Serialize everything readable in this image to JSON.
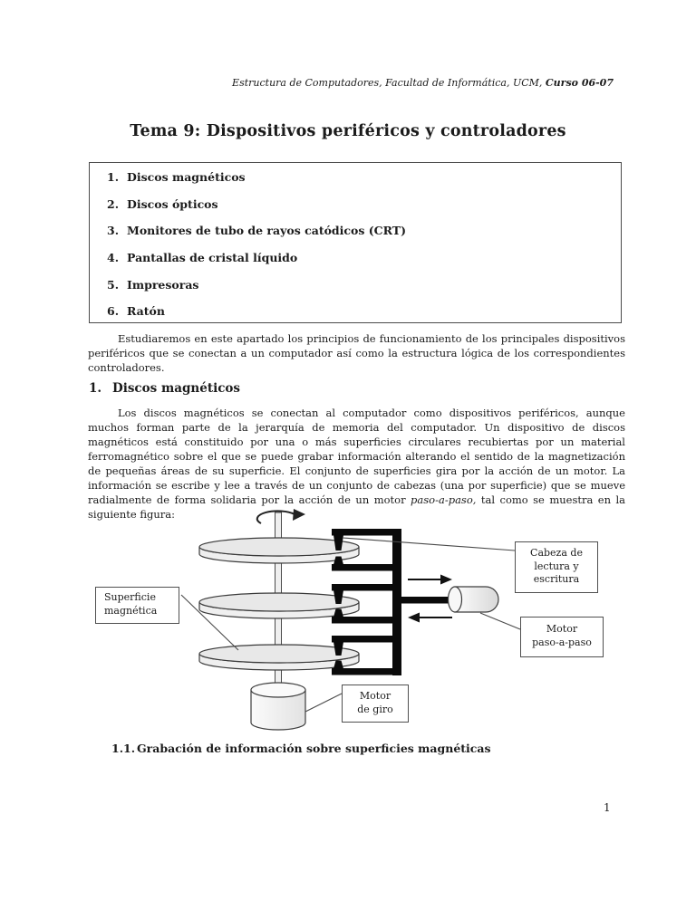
{
  "page": {
    "header_italic": "Estructura de Computadores, Facultad de Informática, UCM, ",
    "header_bold": "Curso 06-07",
    "title": "Tema 9: Dispositivos periféricos y controladores",
    "page_number": "1"
  },
  "toc": {
    "items": [
      {
        "number": "1.",
        "label": "Discos magnéticos"
      },
      {
        "number": "2.",
        "label": "Discos ópticos"
      },
      {
        "number": "3.",
        "label": "Monitores de tubo de rayos catódicos (CRT)"
      },
      {
        "number": "4.",
        "label": "Pantallas de cristal líquido"
      },
      {
        "number": "5.",
        "label": "Impresoras"
      },
      {
        "number": "6.",
        "label": "Ratón"
      }
    ]
  },
  "intro_paragraph": "Estudiaremos en este apartado los principios de funcionamiento de los principales dispositivos periféricos que se conectan a un computador así como la estructura lógica de los correspondientes controladores.",
  "section1": {
    "number": "1.",
    "title": "Discos magnéticos",
    "para_before": "Los discos magnéticos se conectan al computador como dispositivos periféricos, aunque muchos forman parte de la jerarquía de memoria del computador. Un dispositivo de discos magnéticos está constituido por una o más superficies circulares recubiertas por un material ferromagnético sobre el que se puede grabar información alterando el sentido de la magnetización de pequeñas áreas de su superficie. El conjunto de superficies gira por la acción de un motor. La información se escribe y lee a través de un conjunto de cabezas (una por superficie) que se mueve radialmente de forma solidaria por la acción de un motor ",
    "para_italic": "paso-a-paso,",
    "para_after": " tal como se muestra en la siguiente figura:"
  },
  "figure": {
    "labels": {
      "cabeza": "Cabeza de\nlectura y\nescritura",
      "superficie": "Superficie\nmagnética",
      "motor_paso": "Motor\npaso-a-paso",
      "motor_giro": "Motor\nde giro"
    }
  },
  "section1_1": {
    "number": "1.1.",
    "title": "Grabación de información sobre superficies magnéticas"
  }
}
